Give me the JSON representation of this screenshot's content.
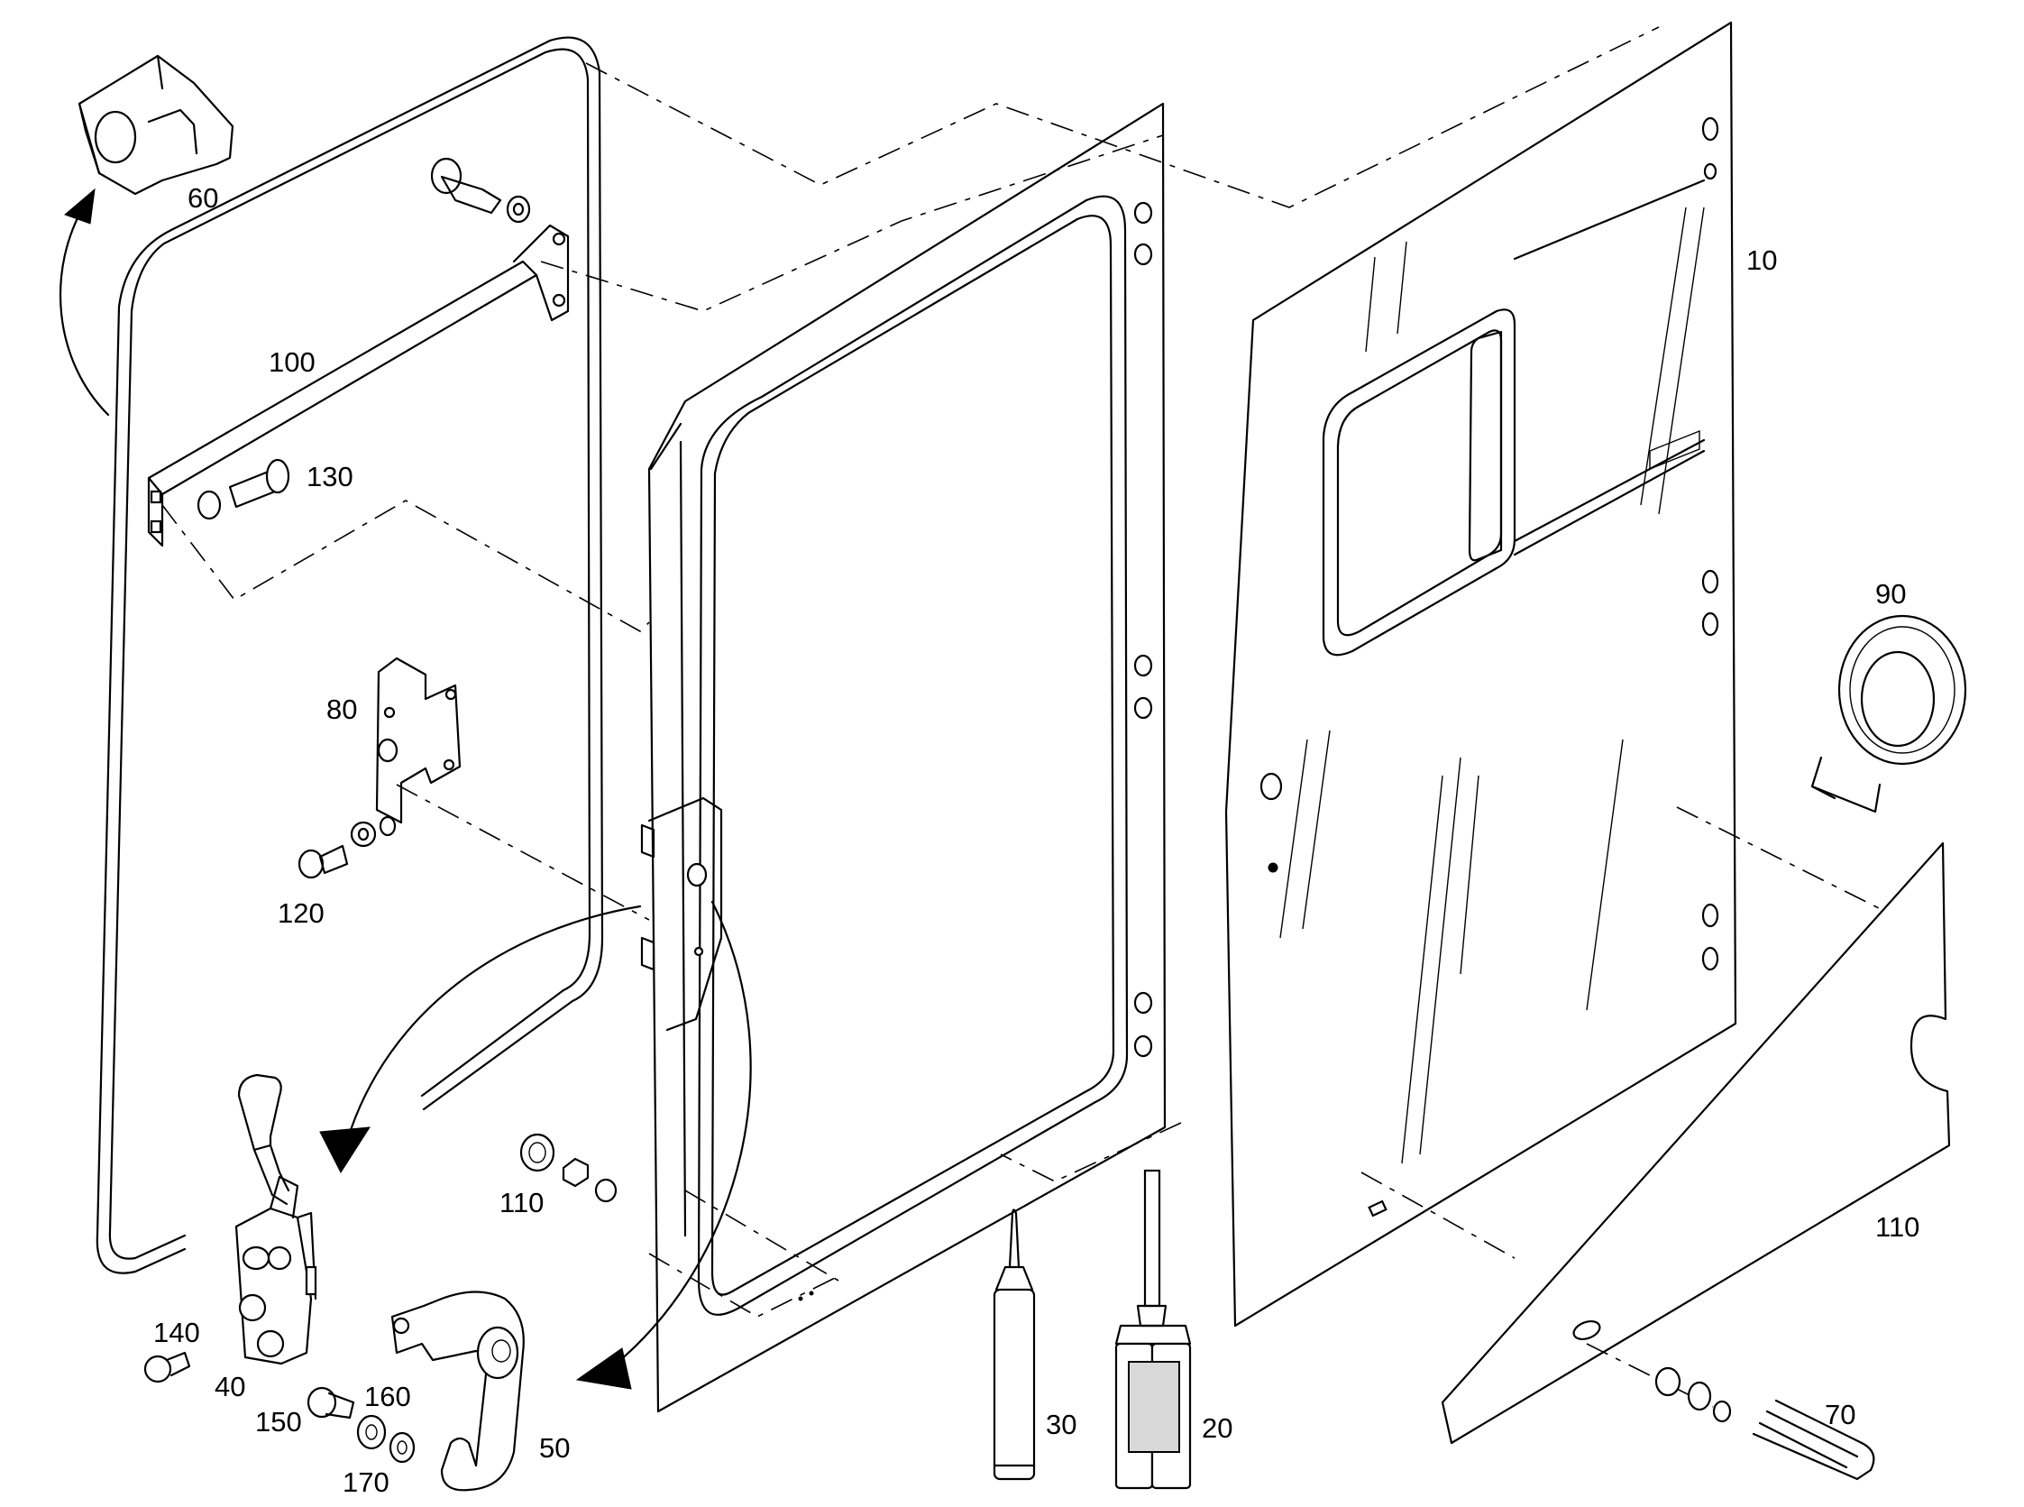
{
  "labels": {
    "p10": "10",
    "p20": "20",
    "p30": "30",
    "p40": "40",
    "p50": "50",
    "p60": "60",
    "p70": "70",
    "p80": "80",
    "p90": "90",
    "p100": "100",
    "p110a": "110",
    "p110b": "110",
    "p120": "120",
    "p130": "130",
    "p140": "140",
    "p150": "150",
    "p160": "160",
    "p170": "170"
  }
}
